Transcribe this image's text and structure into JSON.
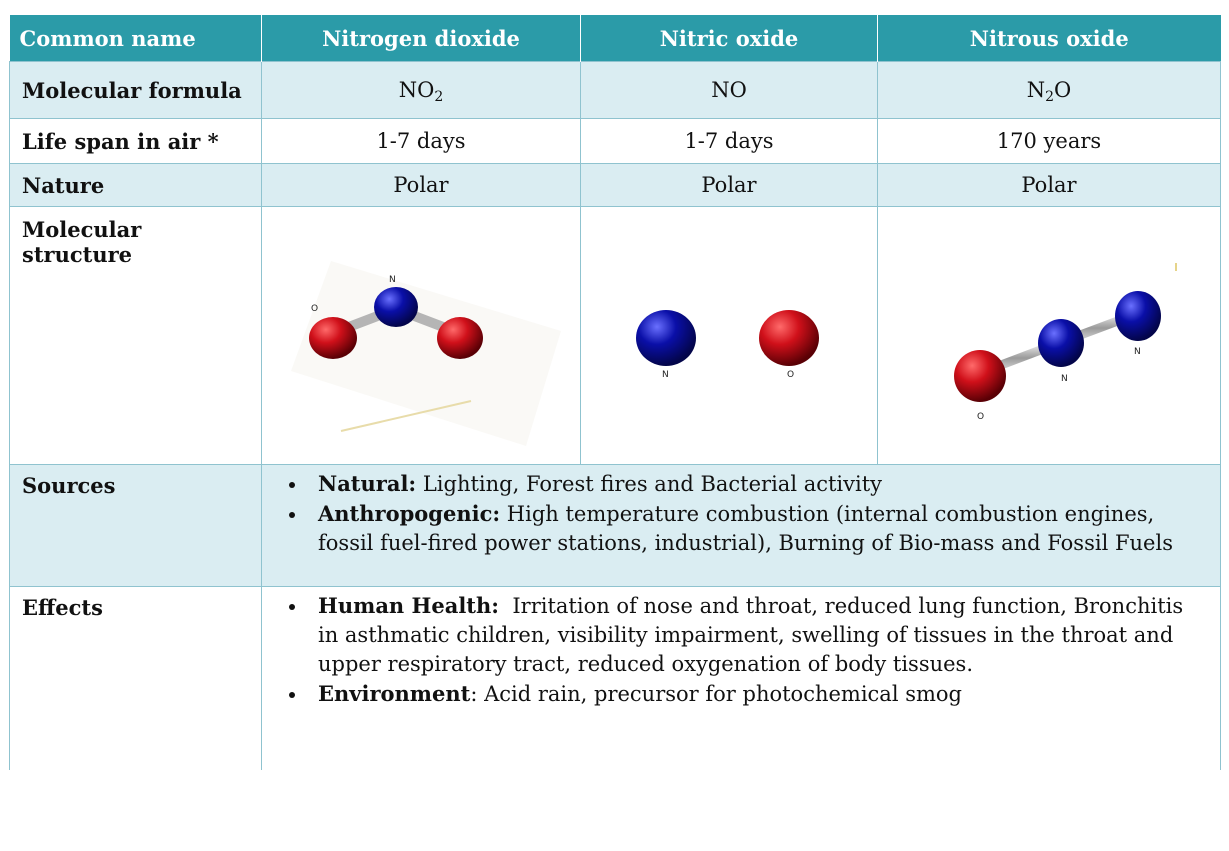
{
  "header": {
    "col1": "Common name",
    "col2": "Nitrogen dioxide",
    "col3": "Nitric oxide",
    "col4": "Nitrous oxide"
  },
  "formula": {
    "label": "Molecular formula",
    "no2": {
      "base": "NO",
      "sub": "2"
    },
    "no": "NO",
    "n2o": {
      "pre": "N",
      "sub": "2",
      "post": "O"
    }
  },
  "lifespan": {
    "label": "Life span in air *",
    "no2": "1-7 days",
    "no": "1-7 days",
    "n2o": "170 years"
  },
  "nature": {
    "label": "Nature",
    "no2": "Polar",
    "no": "Polar",
    "n2o": "Polar"
  },
  "structure": {
    "label": "Molecular structure",
    "no2_atoms": [
      "O",
      "N"
    ],
    "no_atoms": [
      "N",
      "O"
    ],
    "n2o_atoms": [
      "O",
      "N",
      "N"
    ]
  },
  "sources": {
    "label": "Sources",
    "items": [
      {
        "key": "Natural:",
        "text": " Lighting, Forest fires and Bacterial activity"
      },
      {
        "key": "Anthropogenic:",
        "text": " High temperature combustion (internal combustion engines, fossil fuel-fired power stations, industrial), Burning of Bio-mass and Fossil Fuels"
      }
    ]
  },
  "effects": {
    "label": "Effects",
    "items": [
      {
        "key": "Human Health:",
        "text": "  Irritation of nose and throat, reduced lung function, Bronchitis in asthmatic children, visibility impairment, swelling of tissues in the throat and upper respiratory tract, reduced oxygenation of body tissues."
      },
      {
        "key": "Environment",
        "text": ": Acid rain, precursor for photochemical smog"
      }
    ]
  },
  "colors": {
    "header_bg": "#2b9ba8",
    "row_shade": "#daedf2",
    "oxygen": "#d0101a",
    "nitrogen": "#0a0fa8"
  }
}
